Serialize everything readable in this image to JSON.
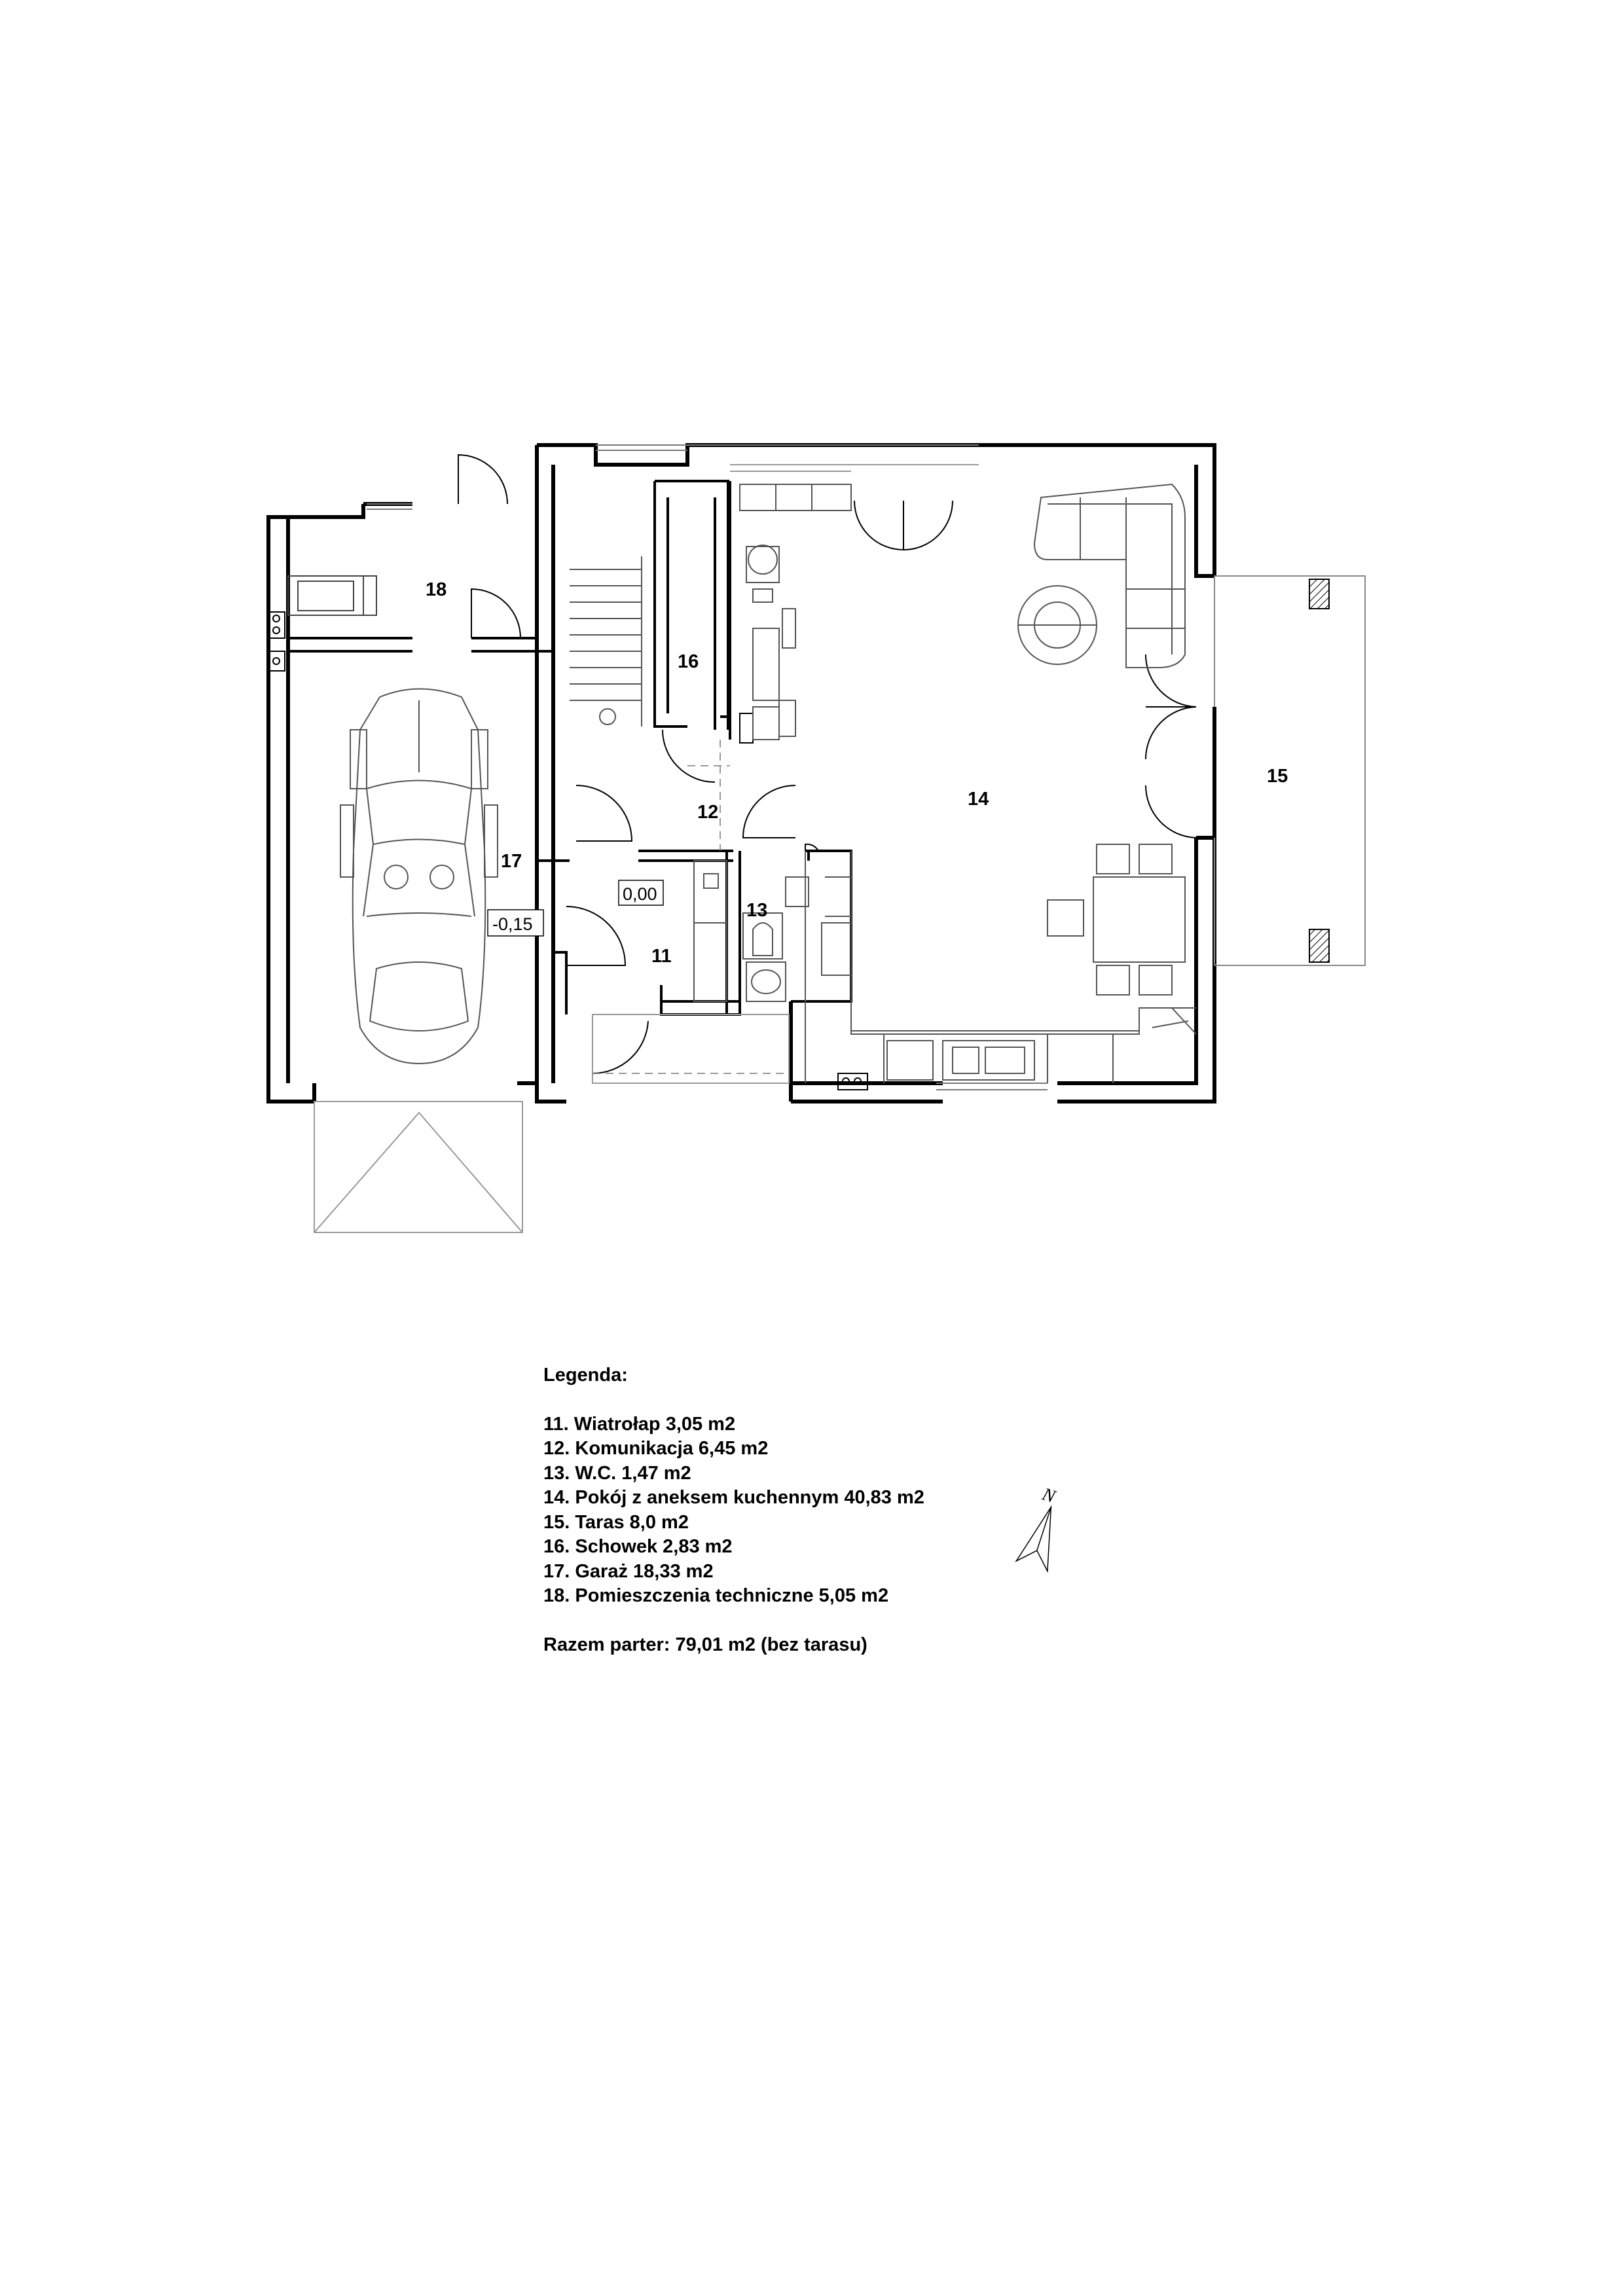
{
  "rooms": [
    {
      "id": "r11",
      "label": "11"
    },
    {
      "id": "r12",
      "label": "12"
    },
    {
      "id": "r13",
      "label": "13"
    },
    {
      "id": "r14",
      "label": "14"
    },
    {
      "id": "r15",
      "label": "15"
    },
    {
      "id": "r16",
      "label": "16"
    },
    {
      "id": "r17",
      "label": "17"
    },
    {
      "id": "r18",
      "label": "18"
    }
  ],
  "levels": {
    "entrance": "0,00",
    "garage": "-0,15"
  },
  "legend": {
    "title": "Legenda:",
    "items": [
      "11. Wiatrołap 3,05 m2",
      "12. Komunikacja 6,45 m2",
      "13. W.C. 1,47 m2",
      "14. Pokój z aneksem kuchennym 40,83 m2",
      "15. Taras 8,0 m2",
      "16. Schowek 2,83 m2",
      "17. Garaż 18,33 m2",
      "18. Pomieszczenia techniczne 5,05 m2"
    ],
    "total": "Razem parter: 79,01 m2 (bez tarasu)"
  },
  "compass": {
    "letter": "N",
    "icon": "north-arrow-icon"
  },
  "colors": {
    "wall": "#000000",
    "line": "#555555",
    "faint": "#9a9a9a",
    "hatch": "#000000"
  }
}
